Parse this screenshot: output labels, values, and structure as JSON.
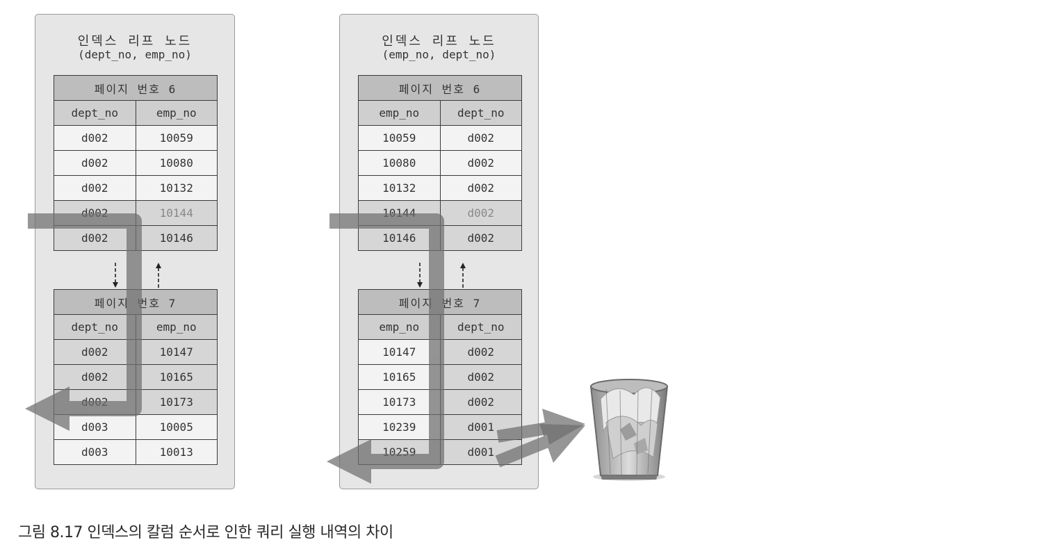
{
  "caption": "그림 8.17 인덱스의 칼럼 순서로 인한 쿼리 실행 내역의 차이",
  "panels": [
    {
      "title": "인덱스 리프 노드",
      "subtitle": "(dept_no, emp_no)",
      "pages": [
        {
          "label": "페이지 번호 6",
          "columns": [
            "dept_no",
            "emp_no"
          ],
          "rows": [
            [
              "d002",
              "10059"
            ],
            [
              "d002",
              "10080"
            ],
            [
              "d002",
              "10132"
            ],
            [
              "d002",
              "10144"
            ],
            [
              "d002",
              "10146"
            ]
          ]
        },
        {
          "label": "페이지 번호 7",
          "columns": [
            "dept_no",
            "emp_no"
          ],
          "rows": [
            [
              "d002",
              "10147"
            ],
            [
              "d002",
              "10165"
            ],
            [
              "d002",
              "10173"
            ],
            [
              "d003",
              "10005"
            ],
            [
              "d003",
              "10013"
            ]
          ]
        }
      ]
    },
    {
      "title": "인덱스 리프 노드",
      "subtitle": "(emp_no, dept_no)",
      "pages": [
        {
          "label": "페이지 번호 6",
          "columns": [
            "emp_no",
            "dept_no"
          ],
          "rows": [
            [
              "10059",
              "d002"
            ],
            [
              "10080",
              "d002"
            ],
            [
              "10132",
              "d002"
            ],
            [
              "10144",
              "d002"
            ],
            [
              "10146",
              "d002"
            ]
          ]
        },
        {
          "label": "페이지 번호 7",
          "columns": [
            "emp_no",
            "dept_no"
          ],
          "rows": [
            [
              "10147",
              "d002"
            ],
            [
              "10165",
              "d002"
            ],
            [
              "10173",
              "d002"
            ],
            [
              "10239",
              "d001"
            ],
            [
              "10259",
              "d001"
            ]
          ]
        }
      ]
    }
  ],
  "icons": {
    "discard": "trash-bin-icon"
  },
  "colors": {
    "panel": "#e6e6e6",
    "page_header": "#bdbdbd",
    "column_header": "#cfcfcf",
    "scan_path": "#7a7a7a"
  }
}
